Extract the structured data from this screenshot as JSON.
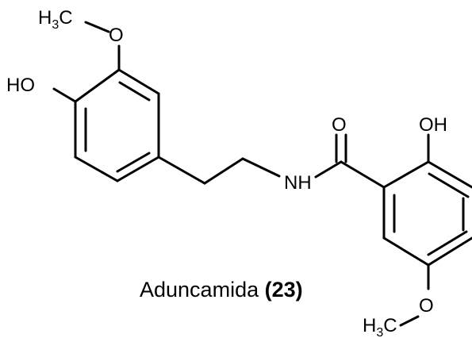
{
  "labels": {
    "methyl_top_H": "H",
    "methyl_top_3": "3",
    "methyl_top_C": "C",
    "oxygen_top": "O",
    "hydroxyl_left": "HO",
    "carbonyl_oxygen": "O",
    "hydroxyl_right": "OH",
    "amide_nh": "NH",
    "oxygen_bottom": "O",
    "methyl_bottom_H": "H",
    "methyl_bottom_3": "3",
    "methyl_bottom_C": "C"
  },
  "caption": {
    "name": "Aduncamida",
    "number": "(23)"
  }
}
